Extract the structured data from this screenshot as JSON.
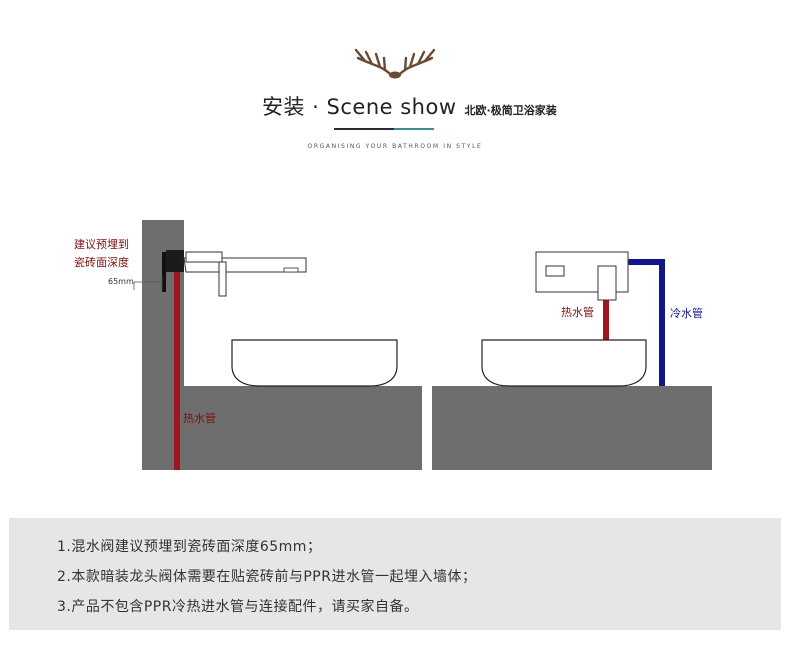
{
  "header": {
    "title": "安装 · Scene show",
    "subtitle": "北欧·极简卫浴家装",
    "tagline": "ORGANISING YOUR BATHROOM IN STYLE",
    "logo": "antler-logo-icon"
  },
  "left_diagram": {
    "annotation_line1": "建议预埋到",
    "annotation_line2": "瓷砖面深度",
    "depth_label": "65mm",
    "hot_pipe_label": "热水管"
  },
  "right_diagram": {
    "hot_pipe_label": "热水管",
    "cold_pipe_label": "冷水管"
  },
  "colors": {
    "wall": "#6e6e6e",
    "hot_pipe": "#a0151e",
    "cold_pipe": "#13178a",
    "accent": "#3b8e93"
  },
  "notes": [
    "1.混水阀建议预埋到瓷砖面深度65mm；",
    "2.本款暗装龙头阀体需要在贴瓷砖前与PPR进水管一起埋入墙体；",
    "3.产品不包含PPR冷热进水管与连接配件，请买家自备。"
  ]
}
